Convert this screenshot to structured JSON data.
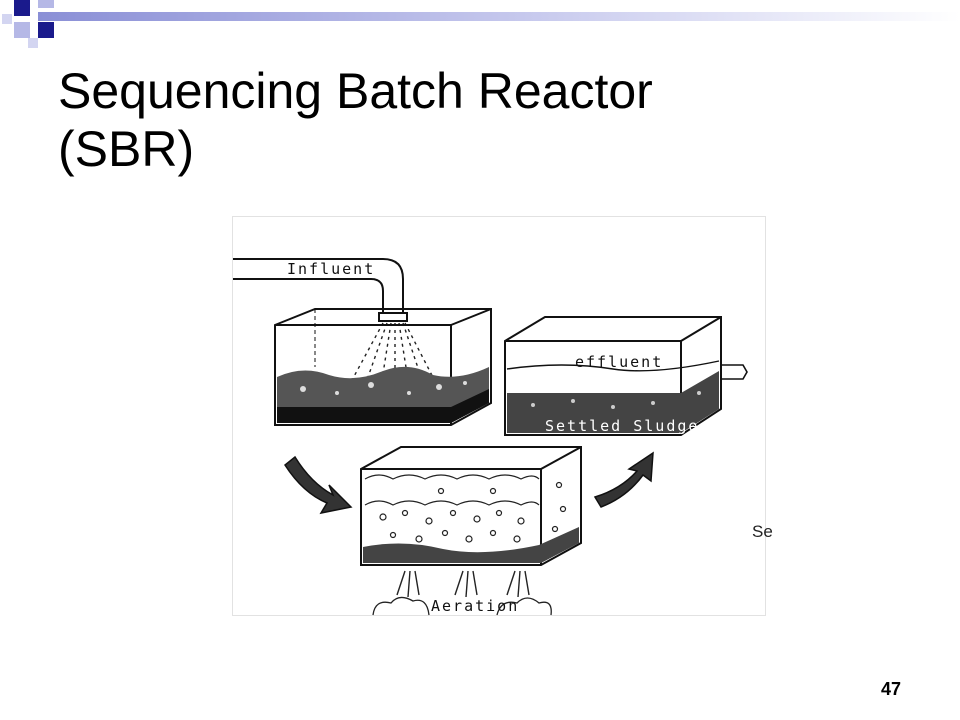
{
  "slide": {
    "title_line1": "Sequencing Batch Reactor",
    "title_line2": "(SBR)",
    "page_number": "47",
    "edge_text": "Se"
  },
  "figure": {
    "labels": {
      "influent": "Influent",
      "effluent": "effluent",
      "settled_sludge": "Settled Sludge",
      "aeration": "Aeration"
    }
  },
  "colors": {
    "bar_gradient_start": "#8a8fd6",
    "bar_gradient_end": "#ffffff",
    "square_navy": "#1a1a8c",
    "square_light": "#b5b8e6",
    "ink": "#111111"
  }
}
